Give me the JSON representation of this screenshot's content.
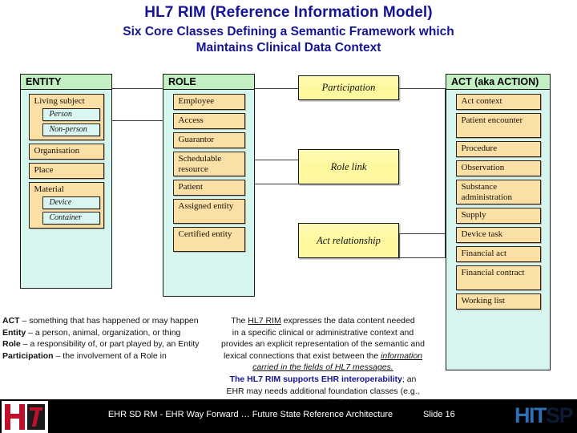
{
  "title": {
    "main": "HL7 RIM (Reference Information Model)",
    "sub_line1": "Six Core Classes Defining a Semantic Framework which",
    "sub_line2": "Maintains Clinical Data Context"
  },
  "colors": {
    "title_blue": "#141494",
    "column_header_green": "#c2f0c2",
    "column_body_cyan": "#d5f5ee",
    "class_box_tan": "#fadfa6",
    "subclass_box_cyan": "#d9f6f2",
    "assoc_box_yellow": "#fdfaa8",
    "footer_black": "#000000"
  },
  "columns": [
    {
      "id": "entity",
      "header": "ENTITY",
      "classes": [
        {
          "label": "Living subject",
          "subclasses": [
            "Person",
            "Non-person"
          ]
        },
        {
          "label": "Organisation",
          "subclasses": []
        },
        {
          "label": "Place",
          "subclasses": []
        },
        {
          "label": "Material",
          "subclasses": [
            "Device",
            "Container"
          ]
        }
      ]
    },
    {
      "id": "role",
      "header": "ROLE",
      "classes": [
        {
          "label": "Employee",
          "subclasses": []
        },
        {
          "label": "Access",
          "subclasses": []
        },
        {
          "label": "Guarantor",
          "subclasses": []
        },
        {
          "label": "Schedulable resource",
          "subclasses": []
        },
        {
          "label": "Patient",
          "subclasses": []
        },
        {
          "label": "Assigned entity",
          "subclasses": []
        },
        {
          "label": "Certified entity",
          "subclasses": []
        }
      ]
    },
    {
      "id": "act",
      "header": "ACT (aka ACTION)",
      "classes": [
        {
          "label": "Act context",
          "subclasses": []
        },
        {
          "label": "Patient encounter",
          "subclasses": []
        },
        {
          "label": "Procedure",
          "subclasses": []
        },
        {
          "label": "Observation",
          "subclasses": []
        },
        {
          "label": "Substance administration",
          "subclasses": []
        },
        {
          "label": "Supply",
          "subclasses": []
        },
        {
          "label": "Device task",
          "subclasses": []
        },
        {
          "label": "Financial act",
          "subclasses": []
        },
        {
          "label": "Financial contract",
          "subclasses": []
        },
        {
          "label": "Working list",
          "subclasses": []
        }
      ]
    }
  ],
  "associations": [
    {
      "id": "participation",
      "label": "Participation"
    },
    {
      "id": "role-link",
      "label": "Role link"
    },
    {
      "id": "act-relationship",
      "label": "Act  relationship"
    }
  ],
  "definitions": [
    {
      "term": "ACT",
      "text": " – something that has happened or may happen"
    },
    {
      "term": "Entity",
      "text": " – a person, animal, organization, or thing"
    },
    {
      "term": "Role",
      "text": " – a responsibility of, or part played by, an Entity"
    },
    {
      "term": "Participation",
      "text": " – the involvement of a Role in"
    }
  ],
  "paragraph": {
    "line1_a": "The ",
    "line1_link": "HL7 RIM",
    "line1_b": " expresses the data content needed",
    "line2": "in a specific clinical or administrative context and",
    "line3": "provides an explicit representation of the semantic and",
    "line4_a": "lexical connections that exist between the ",
    "line4_ital": "information",
    "line5_ital": "carried in the fields of HL7 messages.",
    "line6_blue": "The HL7 RIM supports EHR interoperability",
    "line6_rest": "; an",
    "line7": "EHR may needs additional foundation classes (e.g.,",
    "line8": "Responsibility)"
  },
  "footer": {
    "text": "EHR SD RM - EHR Way Forward …  Future State Reference Architecture",
    "slide": "Slide 16",
    "logo_left": "HL7",
    "logo_right_a": "HIT",
    "logo_right_b": "SP"
  }
}
